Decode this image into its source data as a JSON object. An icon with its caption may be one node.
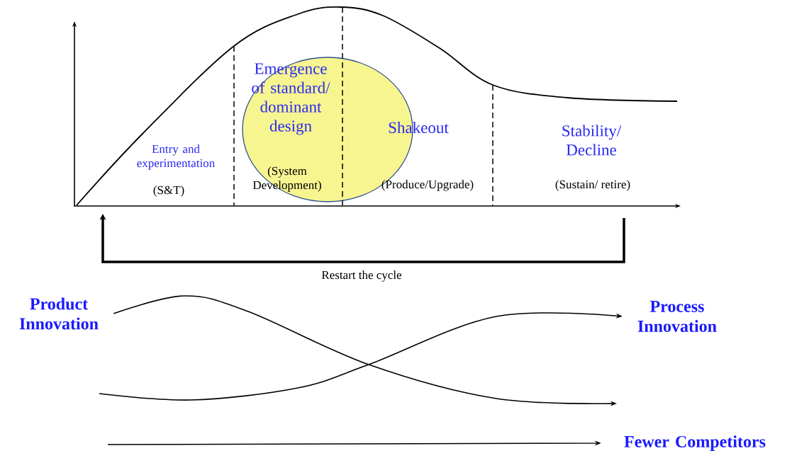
{
  "diagram": {
    "nodes": [
      {
        "text": [
          "Product Innovation"
        ]
      },
      {
        "text": [
          "Process Innovation"
        ]
      },
      {
        "text": [
          "Fewer Competitors"
        ]
      }
    ],
    "edges": [
      {
        "from": 0,
        "to": null,
        "arrow": "to"
      },
      {
        "from": null,
        "to": 1,
        "arrow": "to"
      },
      {
        "from": null,
        "to": 2,
        "arrow": "to"
      }
    ],
    "labels": [
      "Entry and experimentation",
      "(S&T)",
      "Emergence of standard/ dominant design",
      "(System Development)",
      "Shakeout",
      "(Produce/Upgrade)",
      "Stability/ Decline",
      "(Sustain/ retire)",
      "Restart the cycle"
    ]
  }
}
